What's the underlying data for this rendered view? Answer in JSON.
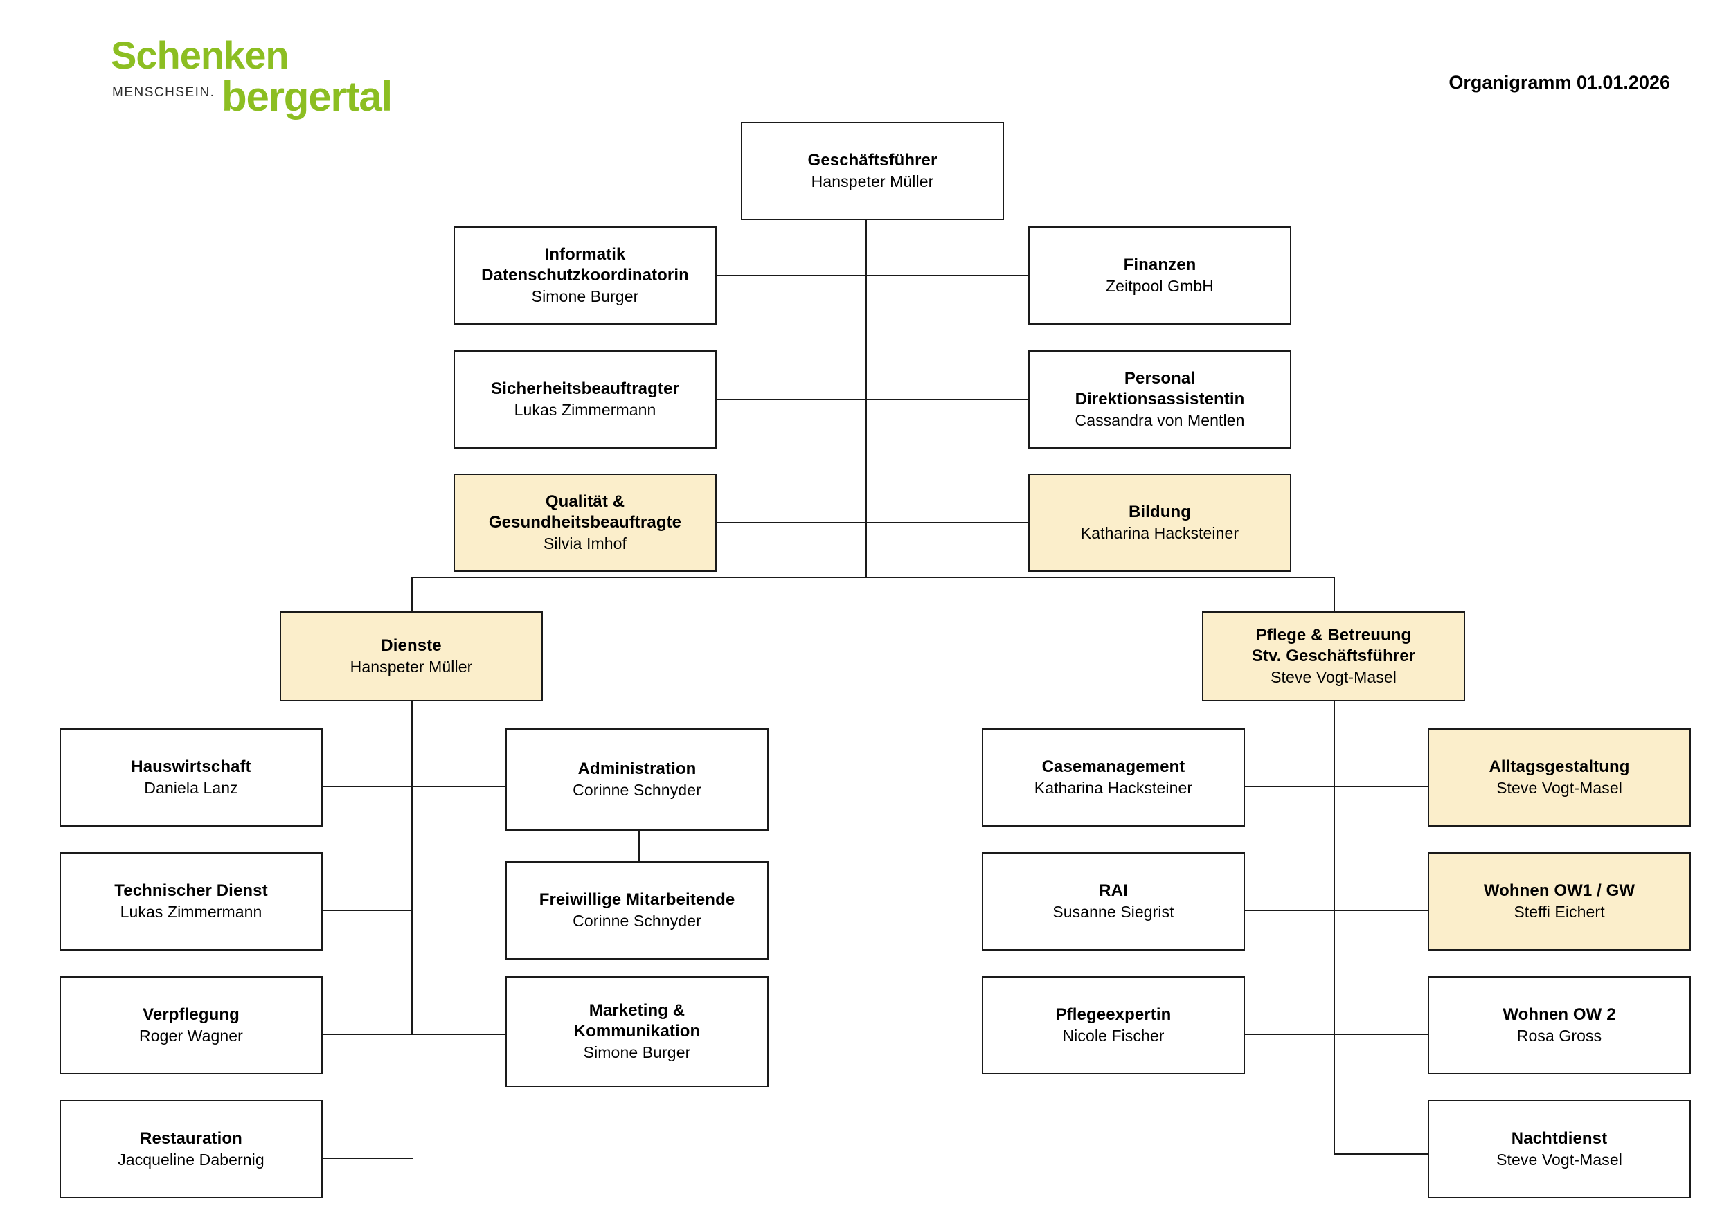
{
  "brand": {
    "logo_line1": "Schenken",
    "logo_claim": "MENSCHSEIN.",
    "logo_line2": "bergertal",
    "logo_color": "#8cbe22",
    "claim_color": "#2b2b2b"
  },
  "header": {
    "title": "Organigramm 01.01.2026"
  },
  "theme": {
    "accent_fill": "#fbeecb",
    "box_border": "#1a1a1a",
    "plain_fill": "#ffffff"
  },
  "chart_data": {
    "type": "diagram",
    "title": "Organigramm 01.01.2026",
    "nodes": [
      {
        "id": "gf",
        "title": "Geschäftsführer",
        "person": "Hanspeter Müller",
        "highlight": false,
        "level": "top"
      },
      {
        "id": "info",
        "title": "Informatik\nDatenschutzkoordinatorin",
        "person": "Simone Burger",
        "highlight": false,
        "level": "staff-left"
      },
      {
        "id": "fin",
        "title": "Finanzen",
        "person": "Zeitpool GmbH",
        "highlight": false,
        "level": "staff-right"
      },
      {
        "id": "sib",
        "title": "Sicherheitsbeauftragter",
        "person": "Lukas Zimmermann",
        "highlight": false,
        "level": "staff-left"
      },
      {
        "id": "pers",
        "title": "Personal\nDirektionsassistentin",
        "person": "Cassandra von Mentlen",
        "highlight": false,
        "level": "staff-right"
      },
      {
        "id": "qual",
        "title": "Qualität &\nGesundheitsbeauftragte",
        "person": "Silvia Imhof",
        "highlight": true,
        "level": "staff-left"
      },
      {
        "id": "bild",
        "title": "Bildung",
        "person": "Katharina Hacksteiner",
        "highlight": true,
        "level": "staff-right"
      },
      {
        "id": "dienste",
        "title": "Dienste",
        "person": "Hanspeter Müller",
        "highlight": true,
        "level": "division"
      },
      {
        "id": "pflege",
        "title": "Pflege & Betreuung\nStv. Geschäftsführer",
        "person": "Steve Vogt-Masel",
        "highlight": true,
        "level": "division"
      },
      {
        "id": "haus",
        "title": "Hauswirtschaft",
        "person": "Daniela Lanz",
        "highlight": false,
        "level": "unit"
      },
      {
        "id": "admin",
        "title": "Administration",
        "person": "Corinne Schnyder",
        "highlight": false,
        "level": "unit"
      },
      {
        "id": "tech",
        "title": "Technischer Dienst",
        "person": "Lukas Zimmermann",
        "highlight": false,
        "level": "unit"
      },
      {
        "id": "frei",
        "title": "Freiwillige Mitarbeitende",
        "person": "Corinne Schnyder",
        "highlight": false,
        "level": "unit"
      },
      {
        "id": "verp",
        "title": "Verpflegung",
        "person": "Roger Wagner",
        "highlight": false,
        "level": "unit"
      },
      {
        "id": "mark",
        "title": "Marketing &\nKommunikation",
        "person": "Simone Burger",
        "highlight": false,
        "level": "unit"
      },
      {
        "id": "rest",
        "title": "Restauration",
        "person": "Jacqueline Dabernig",
        "highlight": false,
        "level": "unit"
      },
      {
        "id": "case",
        "title": "Casemanagement",
        "person": "Katharina Hacksteiner",
        "highlight": false,
        "level": "unit"
      },
      {
        "id": "alltag",
        "title": "Alltagsgestaltung",
        "person": "Steve Vogt-Masel",
        "highlight": true,
        "level": "unit"
      },
      {
        "id": "rai",
        "title": "RAI",
        "person": "Susanne Siegrist",
        "highlight": false,
        "level": "unit"
      },
      {
        "id": "ow1",
        "title": "Wohnen OW1 / GW",
        "person": "Steffi Eichert",
        "highlight": true,
        "level": "unit"
      },
      {
        "id": "pflexp",
        "title": "Pflegeexpertin",
        "person": "Nicole Fischer",
        "highlight": false,
        "level": "unit"
      },
      {
        "id": "ow2",
        "title": "Wohnen OW 2",
        "person": "Rosa Gross",
        "highlight": false,
        "level": "unit"
      },
      {
        "id": "nacht",
        "title": "Nachtdienst",
        "person": "Steve Vogt-Masel",
        "highlight": false,
        "level": "unit"
      }
    ]
  },
  "nodes": {
    "gf": {
      "title": "Geschäftsführer",
      "person": "Hanspeter Müller"
    },
    "info": {
      "title1": "Informatik",
      "title2": "Datenschutzkoordinatorin",
      "person": "Simone Burger"
    },
    "fin": {
      "title": "Finanzen",
      "person": "Zeitpool GmbH"
    },
    "sib": {
      "title": "Sicherheitsbeauftragter",
      "person": "Lukas Zimmermann"
    },
    "pers": {
      "title1": "Personal",
      "title2": "Direktionsassistentin",
      "person": "Cassandra von Mentlen"
    },
    "qual": {
      "title1": "Qualität &",
      "title2": "Gesundheitsbeauftragte",
      "person": "Silvia Imhof"
    },
    "bild": {
      "title": "Bildung",
      "person": "Katharina Hacksteiner"
    },
    "dienste": {
      "title": "Dienste",
      "person": "Hanspeter Müller"
    },
    "pflege": {
      "title1": "Pflege & Betreuung",
      "title2": "Stv. Geschäftsführer",
      "person": "Steve Vogt-Masel"
    },
    "haus": {
      "title": "Hauswirtschaft",
      "person": "Daniela Lanz"
    },
    "admin": {
      "title": "Administration",
      "person": "Corinne Schnyder"
    },
    "tech": {
      "title": "Technischer Dienst",
      "person": "Lukas Zimmermann"
    },
    "frei": {
      "title": "Freiwillige Mitarbeitende",
      "person": "Corinne Schnyder"
    },
    "verp": {
      "title": "Verpflegung",
      "person": "Roger Wagner"
    },
    "mark": {
      "title1": "Marketing &",
      "title2": "Kommunikation",
      "person": "Simone Burger"
    },
    "rest": {
      "title": "Restauration",
      "person": "Jacqueline Dabernig"
    },
    "case": {
      "title": "Casemanagement",
      "person": "Katharina Hacksteiner"
    },
    "alltag": {
      "title": "Alltagsgestaltung",
      "person": "Steve Vogt-Masel"
    },
    "rai": {
      "title": "RAI",
      "person": "Susanne Siegrist"
    },
    "ow1": {
      "title": "Wohnen OW1 / GW",
      "person": "Steffi Eichert"
    },
    "pflexp": {
      "title": "Pflegeexpertin",
      "person": "Nicole Fischer"
    },
    "ow2": {
      "title": "Wohnen OW 2",
      "person": "Rosa Gross"
    },
    "nacht": {
      "title": "Nachtdienst",
      "person": "Steve Vogt-Masel"
    }
  }
}
